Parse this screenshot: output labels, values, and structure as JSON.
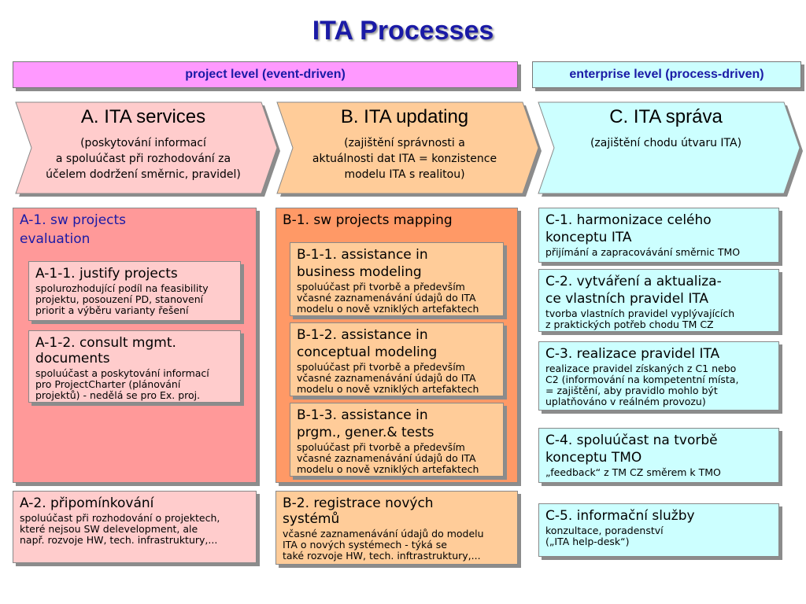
{
  "title": "ITA Processes",
  "bars": {
    "project": "project level (event-driven)",
    "enterprise": "enterprise level (process-driven)"
  },
  "columns": [
    {
      "heading": "A. ITA services",
      "sub": [
        "(poskytování informací",
        "a spoluúčast při rozhodování za",
        "účelem dodržení směrnic, pravidel)"
      ],
      "fill": "#ffcccc"
    },
    {
      "heading": "B. ITA updating",
      "sub": [
        "(zajištění správnosti a",
        "aktuálnosti dat ITA = konzistence",
        "modelu ITA s realitou)"
      ],
      "fill": "#ffcc99"
    },
    {
      "heading": "C. ITA správa",
      "sub": [
        "(zajištění chodu útvaru ITA)",
        "",
        ""
      ],
      "fill": "#ccffff"
    }
  ],
  "a1": {
    "title": "A-1. sw projects evaluation",
    "a11": {
      "title": "A-1-1. justify projects",
      "desc": [
        "spolurozhodující podíl na feasibility",
        "projektu, posouzení PD, stanovení",
        "priorit a výběru varianty řešení"
      ]
    },
    "a12": {
      "title": [
        "A-1-2. consult mgmt.",
        "documents"
      ],
      "desc": [
        "spoluúčast a poskytování informací",
        "pro ProjectCharter (plánování",
        "projektů) - nedělá se pro Ex. proj."
      ]
    }
  },
  "a2": {
    "title": "A-2. připomínkování",
    "desc": [
      "spoluúčast při rozhodování o projektech,",
      "které nejsou SW delevelopment, ale",
      "např. rozvoje HW, tech. infrastruktury,..."
    ]
  },
  "b1": {
    "title": "B-1. sw projects mapping",
    "items": [
      {
        "title": [
          "B-1-1. assistance in",
          "business modeling"
        ],
        "desc": [
          "spoluúčast při tvorbě a především",
          "včasné zaznamenávání údajů do ITA",
          "modelu o nově vzniklých artefaktech"
        ]
      },
      {
        "title": [
          "B-1-2. assistance in",
          "conceptual modeling"
        ],
        "desc": [
          "spoluúčast při tvorbě a především",
          "včasné zaznamenávání údajů do ITA",
          "modelu o nově vzniklých artefaktech"
        ]
      },
      {
        "title": [
          "B-1-3. assistance in",
          "prgm., gener.& tests"
        ],
        "desc": [
          "spoluúčast při tvorbě a především",
          "včasné zaznamenávání údajů do ITA",
          "modelu o nově vzniklých artefaktech"
        ]
      }
    ]
  },
  "b2": {
    "title": [
      "B-2. registrace nových",
      "systémů"
    ],
    "desc": [
      "včasné zaznamenávání údajů do modelu",
      "ITA o nových systémech - týká se",
      "také rozvoje HW, tech. inftrastruktury,..."
    ]
  },
  "c": [
    {
      "title": [
        "C-1. harmonizace celého",
        "konceptu ITA"
      ],
      "desc": [
        "přijímání a zapracovávání směrnic TMO"
      ]
    },
    {
      "title": [
        "C-2. vytváření a aktualiza-",
        "ce vlastních pravidel ITA"
      ],
      "desc": [
        "tvorba vlastních pravidel vyplývajících",
        "z praktických potřeb chodu TM CZ"
      ]
    },
    {
      "title": [
        "C-3. realizace pravidel ITA"
      ],
      "desc": [
        "realizace pravidel získaných z C1 nebo",
        "C2 (informování na kompetentní místa,",
        "= zajištění, aby pravidlo mohlo být",
        "uplatňováno v reálném provozu)"
      ]
    },
    {
      "title": [
        "C-4. spoluúčast na tvorbě",
        "konceptu TMO"
      ],
      "desc": [
        "„feedback“ z TM CZ směrem k TMO"
      ]
    },
    {
      "title": [
        "C-5. informační služby"
      ],
      "desc": [
        "konzultace, poradenství",
        "(„ITA help-desk“)"
      ]
    }
  ]
}
